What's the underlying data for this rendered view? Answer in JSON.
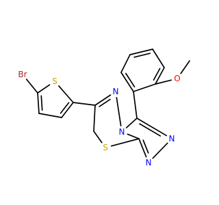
{
  "molecule": {
    "atoms": [
      {
        "id": "Br",
        "symbol": "Br",
        "color": "#a52a2a"
      },
      {
        "id": "S1",
        "symbol": "S",
        "color": "#c8a800"
      },
      {
        "id": "C1",
        "symbol": "",
        "color": "#000000"
      },
      {
        "id": "C2",
        "symbol": "",
        "color": "#000000"
      },
      {
        "id": "C3",
        "symbol": "",
        "color": "#000000"
      },
      {
        "id": "C4",
        "symbol": "",
        "color": "#000000"
      },
      {
        "id": "C6",
        "symbol": "",
        "color": "#000000"
      },
      {
        "id": "N5",
        "symbol": "N",
        "color": "#0000ff"
      },
      {
        "id": "N4",
        "symbol": "N",
        "color": "#0000ff"
      },
      {
        "id": "C7",
        "symbol": "",
        "color": "#000000"
      },
      {
        "id": "S2",
        "symbol": "S",
        "color": "#c8a800"
      },
      {
        "id": "C8a",
        "symbol": "",
        "color": "#000000"
      },
      {
        "id": "N1",
        "symbol": "N",
        "color": "#0000ff"
      },
      {
        "id": "N2",
        "symbol": "N",
        "color": "#0000ff"
      },
      {
        "id": "C3t",
        "symbol": "",
        "color": "#000000"
      },
      {
        "id": "P1",
        "symbol": "",
        "color": "#000000"
      },
      {
        "id": "P2",
        "symbol": "",
        "color": "#000000"
      },
      {
        "id": "P3",
        "symbol": "",
        "color": "#000000"
      },
      {
        "id": "P4",
        "symbol": "",
        "color": "#000000"
      },
      {
        "id": "P5",
        "symbol": "",
        "color": "#000000"
      },
      {
        "id": "P6",
        "symbol": "",
        "color": "#000000"
      },
      {
        "id": "O",
        "symbol": "O",
        "color": "#ff0000"
      },
      {
        "id": "Me",
        "symbol": "",
        "color": "#000000"
      }
    ],
    "bonds": [
      {
        "a": "Br",
        "b": "C1",
        "order": 1
      },
      {
        "a": "C1",
        "b": "S1",
        "order": 1
      },
      {
        "a": "C1",
        "b": "C2",
        "order": 2
      },
      {
        "a": "C2",
        "b": "C3",
        "order": 1
      },
      {
        "a": "C3",
        "b": "C4",
        "order": 2
      },
      {
        "a": "C4",
        "b": "S1",
        "order": 1
      },
      {
        "a": "C4",
        "b": "C6",
        "order": 1
      },
      {
        "a": "C6",
        "b": "N5",
        "order": 2
      },
      {
        "a": "N5",
        "b": "N4",
        "order": 1
      },
      {
        "a": "C6",
        "b": "C7",
        "order": 1
      },
      {
        "a": "C7",
        "b": "S2",
        "order": 1
      },
      {
        "a": "S2",
        "b": "C8a",
        "order": 1
      },
      {
        "a": "C8a",
        "b": "N4",
        "order": 1
      },
      {
        "a": "N4",
        "b": "C3t",
        "order": 1
      },
      {
        "a": "C3t",
        "b": "N2",
        "order": 2
      },
      {
        "a": "N2",
        "b": "N1",
        "order": 1
      },
      {
        "a": "N1",
        "b": "C8a",
        "order": 2
      },
      {
        "a": "C3t",
        "b": "P1",
        "order": 1
      },
      {
        "a": "P1",
        "b": "P2",
        "order": 2
      },
      {
        "a": "P2",
        "b": "P3",
        "order": 1
      },
      {
        "a": "P3",
        "b": "P4",
        "order": 2
      },
      {
        "a": "P4",
        "b": "P5",
        "order": 1
      },
      {
        "a": "P5",
        "b": "P6",
        "order": 2
      },
      {
        "a": "P6",
        "b": "P1",
        "order": 1
      },
      {
        "a": "P6",
        "b": "O",
        "order": 1
      },
      {
        "a": "O",
        "b": "Me",
        "order": 1
      }
    ]
  }
}
